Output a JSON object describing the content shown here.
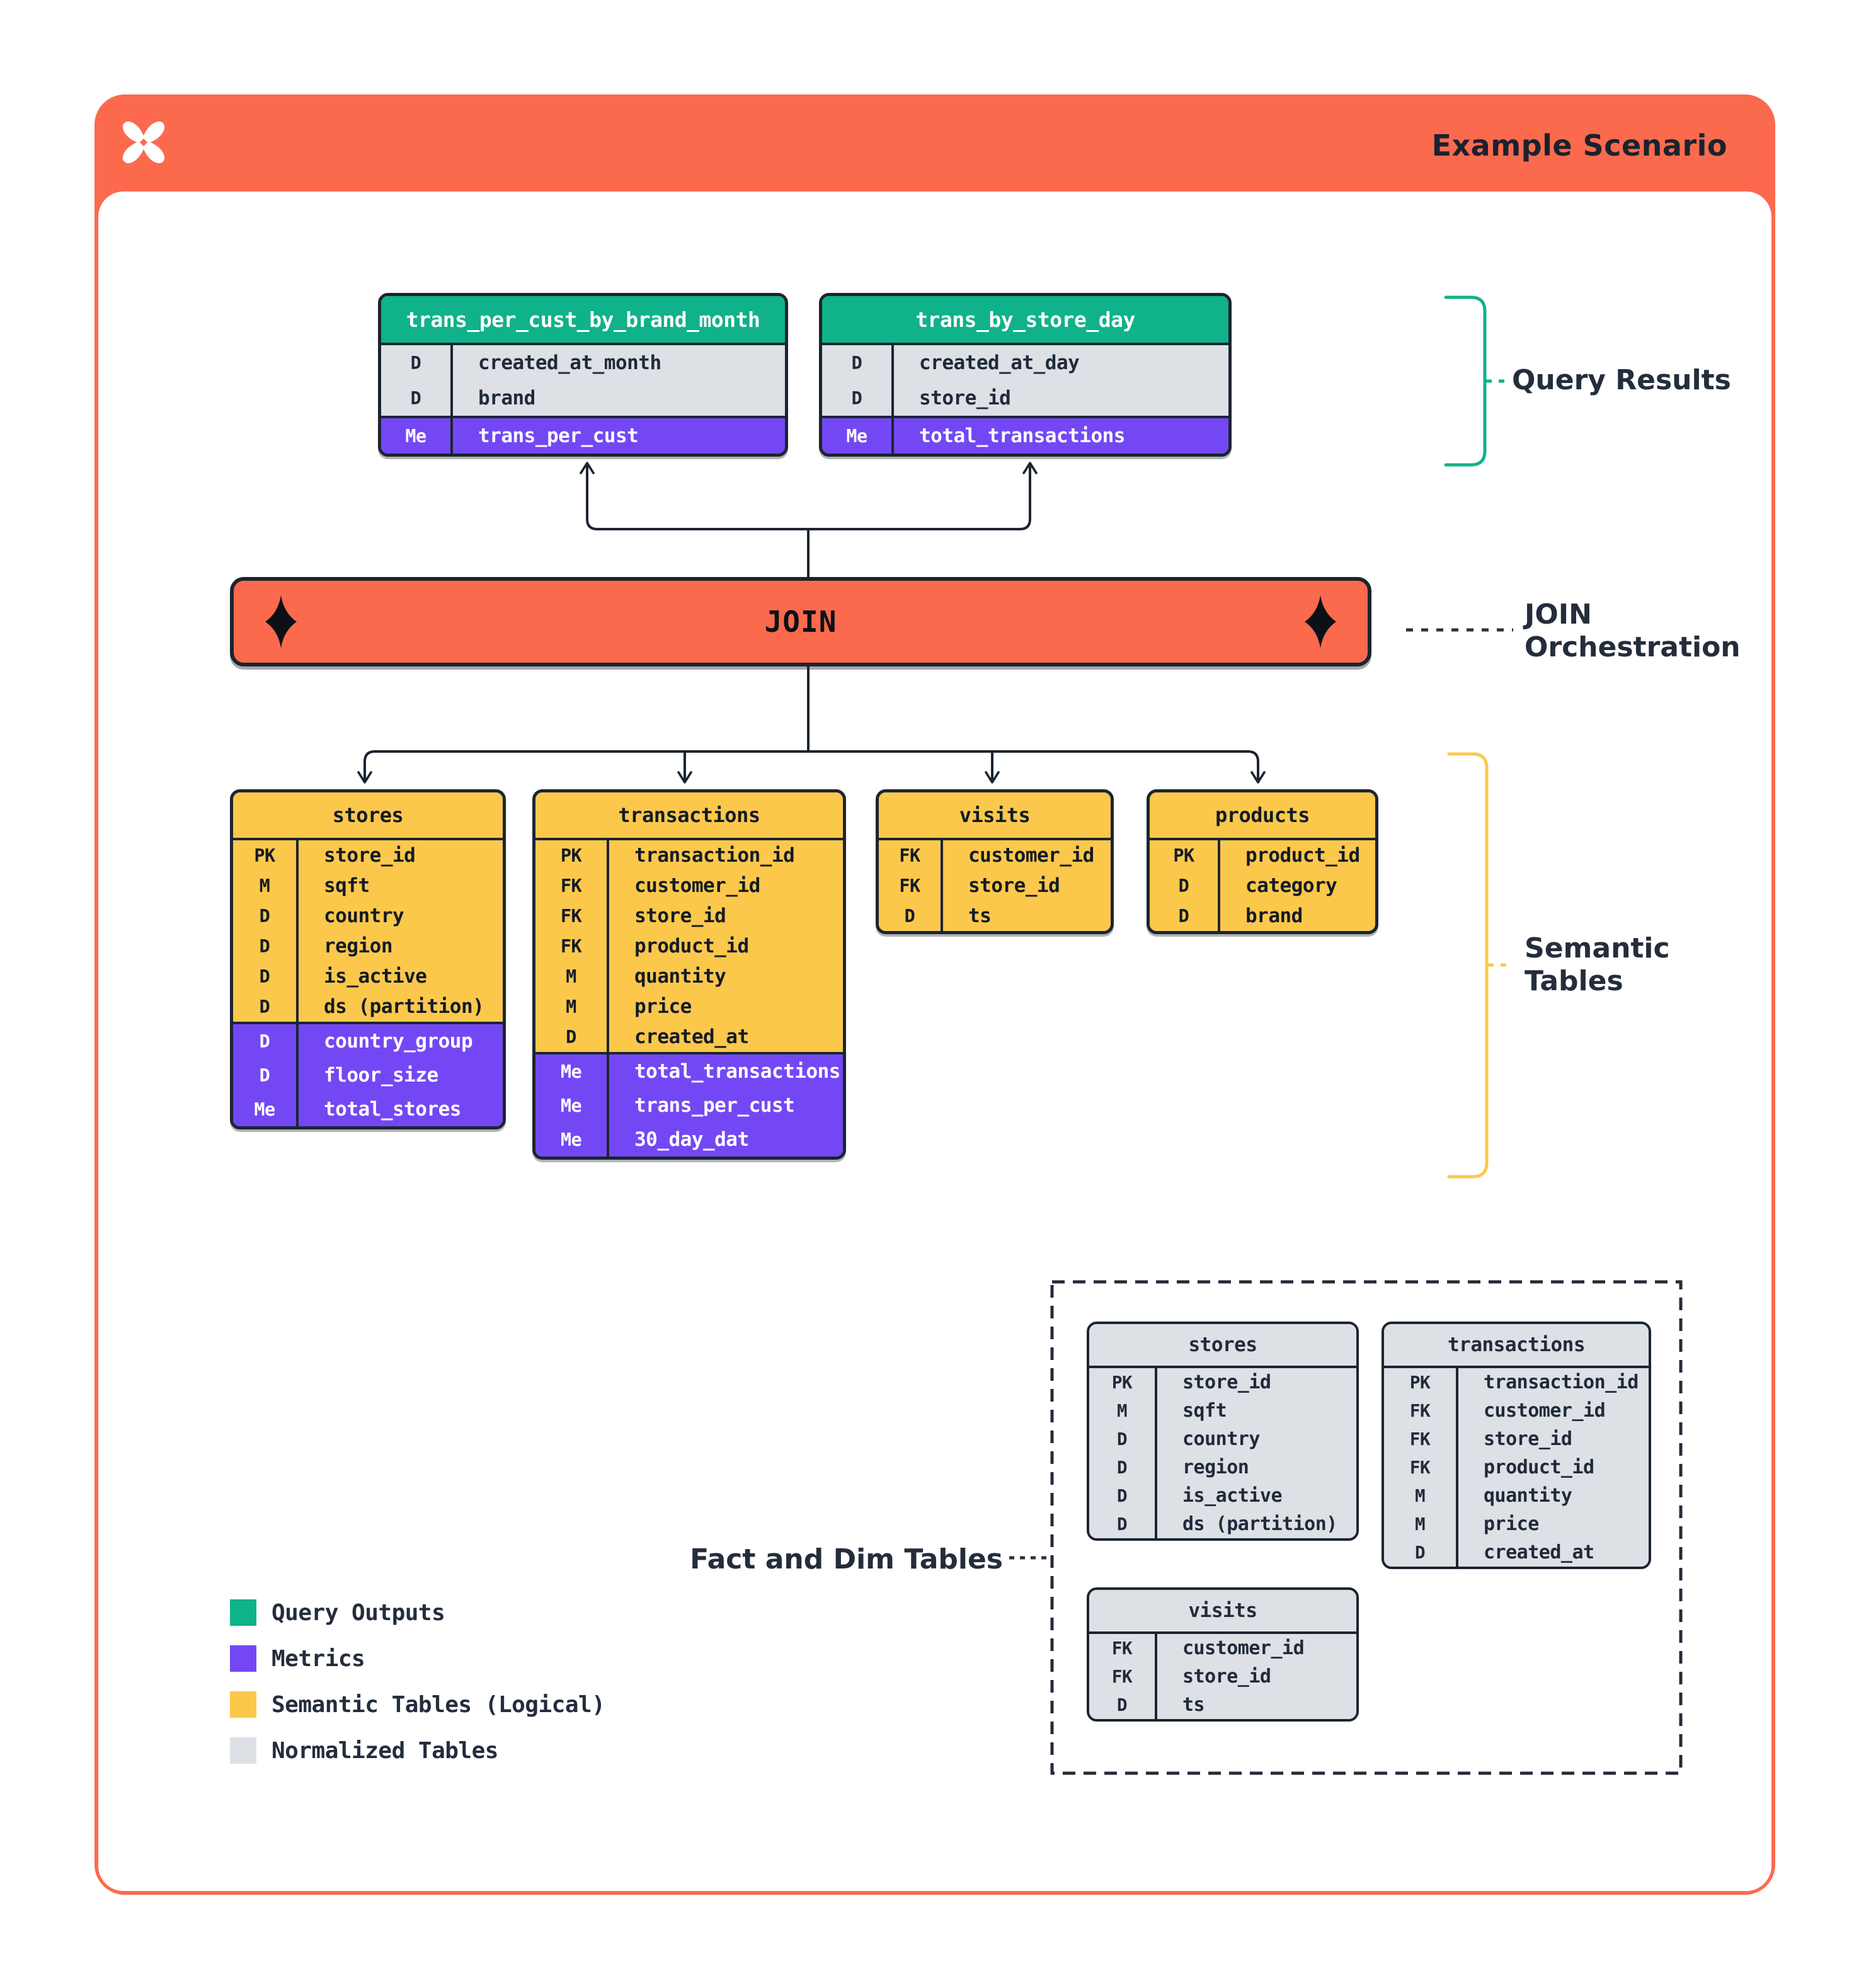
{
  "header": {
    "title": "Example Scenario",
    "logo_icon": "dagster-logo",
    "bg": "#FB6A4D"
  },
  "palette": {
    "orange": "#FB6A4D",
    "teal": "#10B289",
    "purple": "#7348F4",
    "yellow": "#FBC84C",
    "light_gray": "#DDE0E5",
    "ink": "#1C2430"
  },
  "join": {
    "label": "JOIN"
  },
  "annotations": {
    "query_results": "Query Results",
    "join_orchestration_line1": "JOIN",
    "join_orchestration_line2": "Orchestration",
    "semantic_line1": "Semantic",
    "semantic_line2": "Tables",
    "fact_dim": "Fact and Dim Tables"
  },
  "query_tables": [
    {
      "title": "trans_per_cust_by_brand_month",
      "header": "green",
      "sections": [
        {
          "style": "gray",
          "rows": [
            [
              "D",
              "created_at_month"
            ],
            [
              "D",
              "brand"
            ]
          ]
        },
        {
          "style": "purple",
          "rows": [
            [
              "Me",
              "trans_per_cust"
            ]
          ]
        }
      ]
    },
    {
      "title": "trans_by_store_day",
      "header": "green",
      "sections": [
        {
          "style": "gray",
          "rows": [
            [
              "D",
              "created_at_day"
            ],
            [
              "D",
              "store_id"
            ]
          ]
        },
        {
          "style": "purple",
          "rows": [
            [
              "Me",
              "total_transactions"
            ]
          ]
        }
      ]
    }
  ],
  "semantic_tables": [
    {
      "title": "stores",
      "header": "yellow",
      "sections": [
        {
          "style": "yellow",
          "rows": [
            [
              "PK",
              "store_id"
            ],
            [
              "M",
              "sqft"
            ],
            [
              "D",
              "country"
            ],
            [
              "D",
              "region"
            ],
            [
              "D",
              "is_active"
            ],
            [
              "D",
              "ds (partition)"
            ]
          ]
        },
        {
          "style": "purple",
          "rows": [
            [
              "D",
              "country_group"
            ],
            [
              "D",
              "floor_size"
            ],
            [
              "Me",
              "total_stores"
            ]
          ]
        }
      ]
    },
    {
      "title": "transactions",
      "header": "yellow",
      "sections": [
        {
          "style": "yellow",
          "rows": [
            [
              "PK",
              "transaction_id"
            ],
            [
              "FK",
              "customer_id"
            ],
            [
              "FK",
              "store_id"
            ],
            [
              "FK",
              "product_id"
            ],
            [
              "M",
              "quantity"
            ],
            [
              "M",
              "price"
            ],
            [
              "D",
              "created_at"
            ]
          ]
        },
        {
          "style": "purple",
          "rows": [
            [
              "Me",
              "total_transactions"
            ],
            [
              "Me",
              "trans_per_cust"
            ],
            [
              "Me",
              "30_day_dat"
            ]
          ]
        }
      ]
    },
    {
      "title": "visits",
      "header": "yellow",
      "sections": [
        {
          "style": "yellow",
          "rows": [
            [
              "FK",
              "customer_id"
            ],
            [
              "FK",
              "store_id"
            ],
            [
              "D",
              "ts"
            ]
          ]
        }
      ]
    },
    {
      "title": "products",
      "header": "yellow",
      "sections": [
        {
          "style": "yellow",
          "rows": [
            [
              "PK",
              "product_id"
            ],
            [
              "D",
              "category"
            ],
            [
              "D",
              "brand"
            ]
          ]
        }
      ]
    }
  ],
  "normalized_tables": [
    {
      "title": "stores",
      "header": "gray",
      "sections": [
        {
          "style": "gray",
          "rows": [
            [
              "PK",
              "store_id"
            ],
            [
              "M",
              "sqft"
            ],
            [
              "D",
              "country"
            ],
            [
              "D",
              "region"
            ],
            [
              "D",
              "is_active"
            ],
            [
              "D",
              "ds (partition)"
            ]
          ]
        }
      ]
    },
    {
      "title": "transactions",
      "header": "gray",
      "sections": [
        {
          "style": "gray",
          "rows": [
            [
              "PK",
              "transaction_id"
            ],
            [
              "FK",
              "customer_id"
            ],
            [
              "FK",
              "store_id"
            ],
            [
              "FK",
              "product_id"
            ],
            [
              "M",
              "quantity"
            ],
            [
              "M",
              "price"
            ],
            [
              "D",
              "created_at"
            ]
          ]
        }
      ]
    },
    {
      "title": "visits",
      "header": "gray",
      "sections": [
        {
          "style": "gray",
          "rows": [
            [
              "FK",
              "customer_id"
            ],
            [
              "FK",
              "store_id"
            ],
            [
              "D",
              "ts"
            ]
          ]
        }
      ]
    }
  ],
  "legend": {
    "items": [
      {
        "label": "Query Outputs",
        "color": "#10B289"
      },
      {
        "label": "Metrics",
        "color": "#7348F4"
      },
      {
        "label": "Semantic Tables (Logical)",
        "color": "#FBC84C"
      },
      {
        "label": "Normalized Tables",
        "color": "#DDE0E5"
      }
    ]
  }
}
